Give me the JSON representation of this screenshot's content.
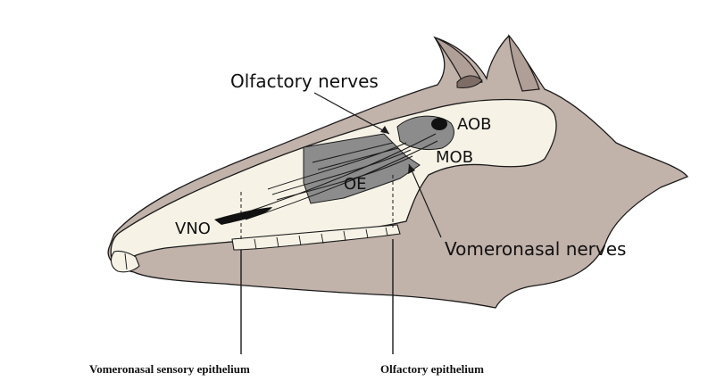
{
  "labels": {
    "olfactory_nerves": "Olfactory nerves",
    "aob": "AOB",
    "mob": "MOB",
    "oe": "OE",
    "vno": "VNO",
    "vomeronasal_nerves": "Vomeronasal nerves",
    "vomeronasal_sensory_epithelium": "Vomeronasal sensory epithelium",
    "olfactory_epithelium": "Olfactory epithelium"
  },
  "colors": {
    "head_fill": "#c1b2aa",
    "skull_fill": "#f6f3e6",
    "olfactory_region": "#8c8c8c",
    "outline": "#1a1a1a"
  }
}
